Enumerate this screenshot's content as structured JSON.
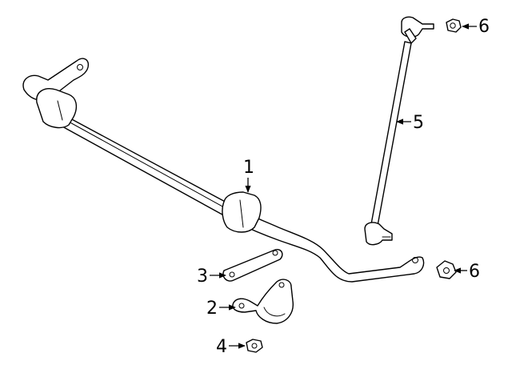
{
  "callouts": [
    {
      "id": "1",
      "label": "1"
    },
    {
      "id": "2",
      "label": "2"
    },
    {
      "id": "3",
      "label": "3"
    },
    {
      "id": "4",
      "label": "4"
    },
    {
      "id": "5",
      "label": "5"
    },
    {
      "id": "6a",
      "label": "6"
    },
    {
      "id": "6b",
      "label": "6"
    }
  ]
}
